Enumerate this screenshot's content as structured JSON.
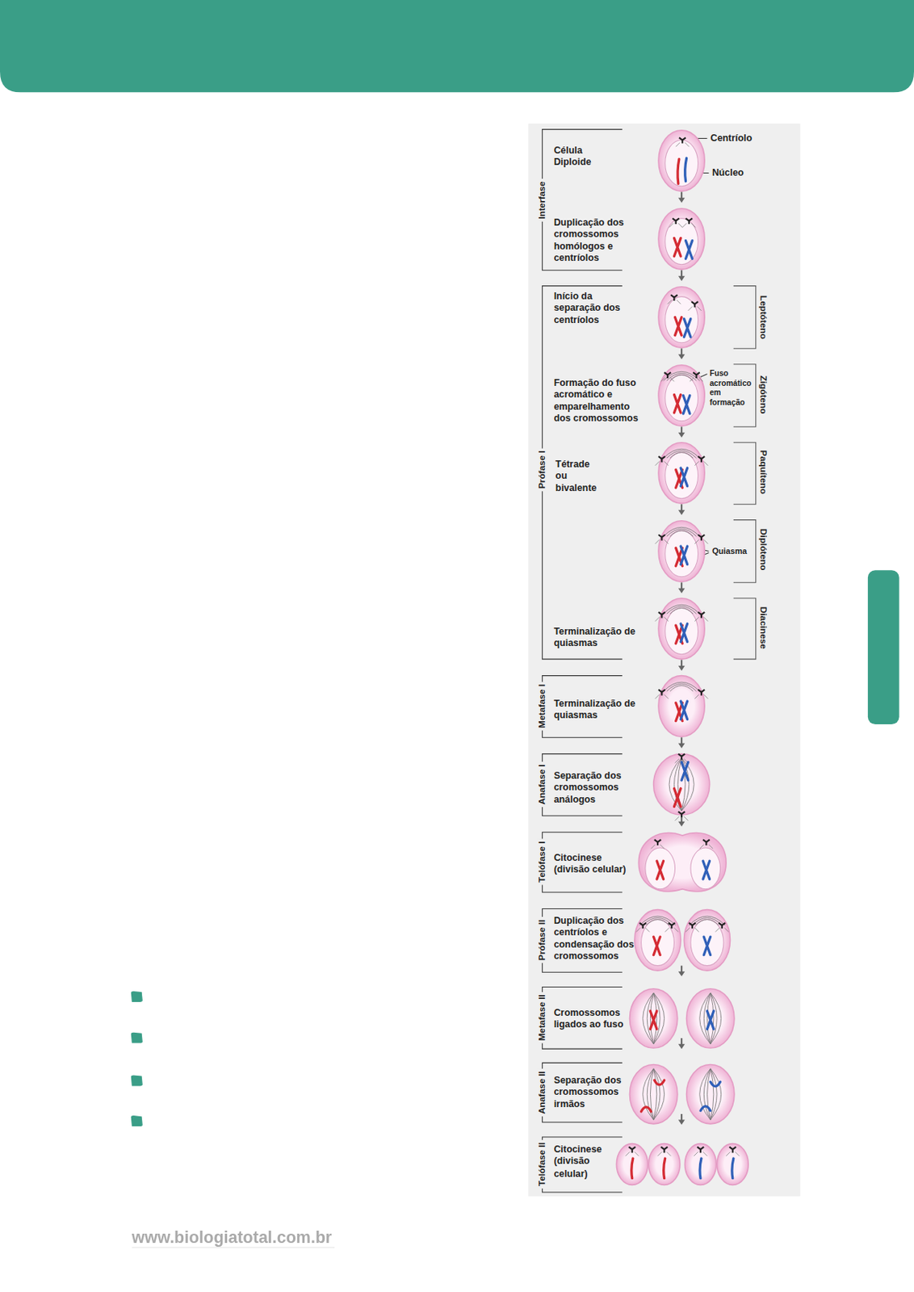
{
  "diagram": {
    "labels": [
      "Interfase",
      "Célula Diploide",
      "Duplicação dos cromossomos homólogos e centríolos",
      "Centríolo",
      "Núcleo",
      "Prófase I",
      "Início da separação dos centríolos",
      "Leptóteno",
      "Formação do fuso acromático e emparelhamento dos cromossomos",
      "Fuso acromático em formação",
      "Zigóteno",
      "Tétrade ou bivalente",
      "Paquíteno",
      "Quiasma",
      "Diplóteno",
      "Terminalização de quiasmas",
      "Diacinese",
      "Metafase I",
      "Terminalização de quiasmas",
      "Anafase I",
      "Separação dos cromossomos análogos",
      "Telófase I",
      "Citocinese (divisão celular)",
      "Prófase II",
      "Duplicação dos centríolos e condensação dos cromossomos",
      "Metafase II",
      "Cromossomos ligados ao fuso",
      "Anafase II",
      "Separação dos cromossomos irmãos",
      "Telófase II",
      "Citocinese (divisão celular)",
      "www.biologiatotal.com.br"
    ]
  }
}
